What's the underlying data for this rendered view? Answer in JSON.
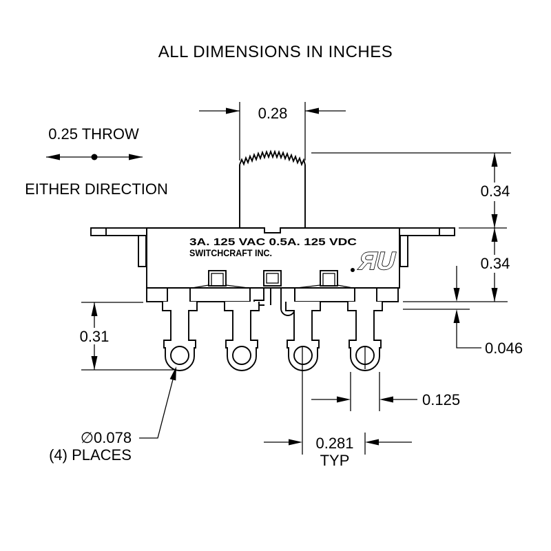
{
  "title": "ALL DIMENSIONS IN INCHES",
  "throw_note": {
    "value_label": "0.25 THROW",
    "direction_label": "EITHER DIRECTION"
  },
  "dims": {
    "actuator_width": "0.28",
    "body_upper_height": "0.34",
    "body_lower_height": "0.34",
    "bracket_offset": "0.046",
    "terminal_length": "0.31",
    "lug_width": "0.125",
    "terminal_pitch": "0.281",
    "pitch_qualifier": "TYP",
    "hole_diameter": "∅0.078",
    "hole_places": "(4) PLACES"
  },
  "body_markings": {
    "electrical_rating": "3A. 125 VAC 0.5A. 125 VDC",
    "manufacturer": "SWITCHCRAFT INC.",
    "ul_recognized_mark": "ЯU"
  },
  "colors": {
    "ink": "#000000",
    "paper": "#ffffff"
  }
}
